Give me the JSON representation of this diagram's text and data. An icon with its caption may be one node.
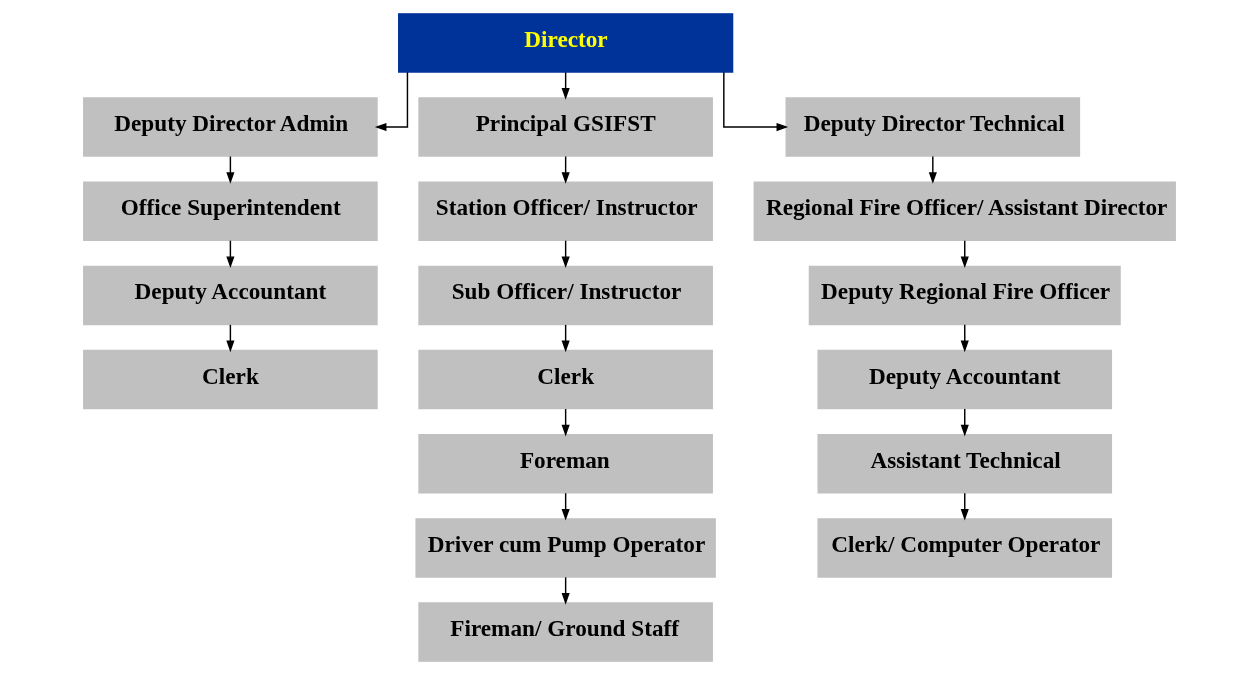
{
  "diagram": {
    "nodes": [
      {
        "text": [
          "Director"
        ]
      },
      {
        "text": [
          "Deputy Director Admin"
        ]
      },
      {
        "text": [
          "Office Superintendent"
        ]
      },
      {
        "text": [
          "Deputy Accountant"
        ]
      },
      {
        "text": [
          "Clerk"
        ]
      },
      {
        "text": [
          "Principal GSIFST"
        ]
      },
      {
        "text": [
          "Station Officer/ Instructor"
        ]
      },
      {
        "text": [
          "Sub Officer/ Instructor"
        ]
      },
      {
        "text": [
          "Clerk"
        ]
      },
      {
        "text": [
          "Foreman"
        ]
      },
      {
        "text": [
          "Driver cum Pump Operator"
        ]
      },
      {
        "text": [
          "Fireman/ Ground Staff"
        ]
      },
      {
        "text": [
          "Deputy Director Technical"
        ]
      },
      {
        "text": [
          "Regional Fire Officer/ Assistant Director"
        ]
      },
      {
        "text": [
          "Deputy Regional Fire Officer"
        ]
      },
      {
        "text": [
          "Deputy Accountant"
        ]
      },
      {
        "text": [
          "Assistant Technical"
        ]
      },
      {
        "text": [
          "Clerk/ Computer Operator"
        ]
      }
    ],
    "edges": [
      {
        "from": 0,
        "to": 1,
        "arrow": "to"
      },
      {
        "from": 0,
        "to": 5,
        "arrow": "to"
      },
      {
        "from": 0,
        "to": 12,
        "arrow": "to"
      },
      {
        "from": 1,
        "to": 2,
        "arrow": "to"
      },
      {
        "from": 2,
        "to": 3,
        "arrow": "to"
      },
      {
        "from": 3,
        "to": 4,
        "arrow": "to"
      },
      {
        "from": 5,
        "to": 6,
        "arrow": "to"
      },
      {
        "from": 6,
        "to": 7,
        "arrow": "to"
      },
      {
        "from": 7,
        "to": 8,
        "arrow": "to"
      },
      {
        "from": 8,
        "to": 9,
        "arrow": "to"
      },
      {
        "from": 9,
        "to": 10,
        "arrow": "to"
      },
      {
        "from": 10,
        "to": 11,
        "arrow": "to"
      },
      {
        "from": 12,
        "to": 13,
        "arrow": "to"
      },
      {
        "from": 13,
        "to": 14,
        "arrow": "to"
      },
      {
        "from": 14,
        "to": 15,
        "arrow": "to"
      },
      {
        "from": 15,
        "to": 16,
        "arrow": "to"
      },
      {
        "from": 16,
        "to": 17,
        "arrow": "to"
      }
    ]
  }
}
